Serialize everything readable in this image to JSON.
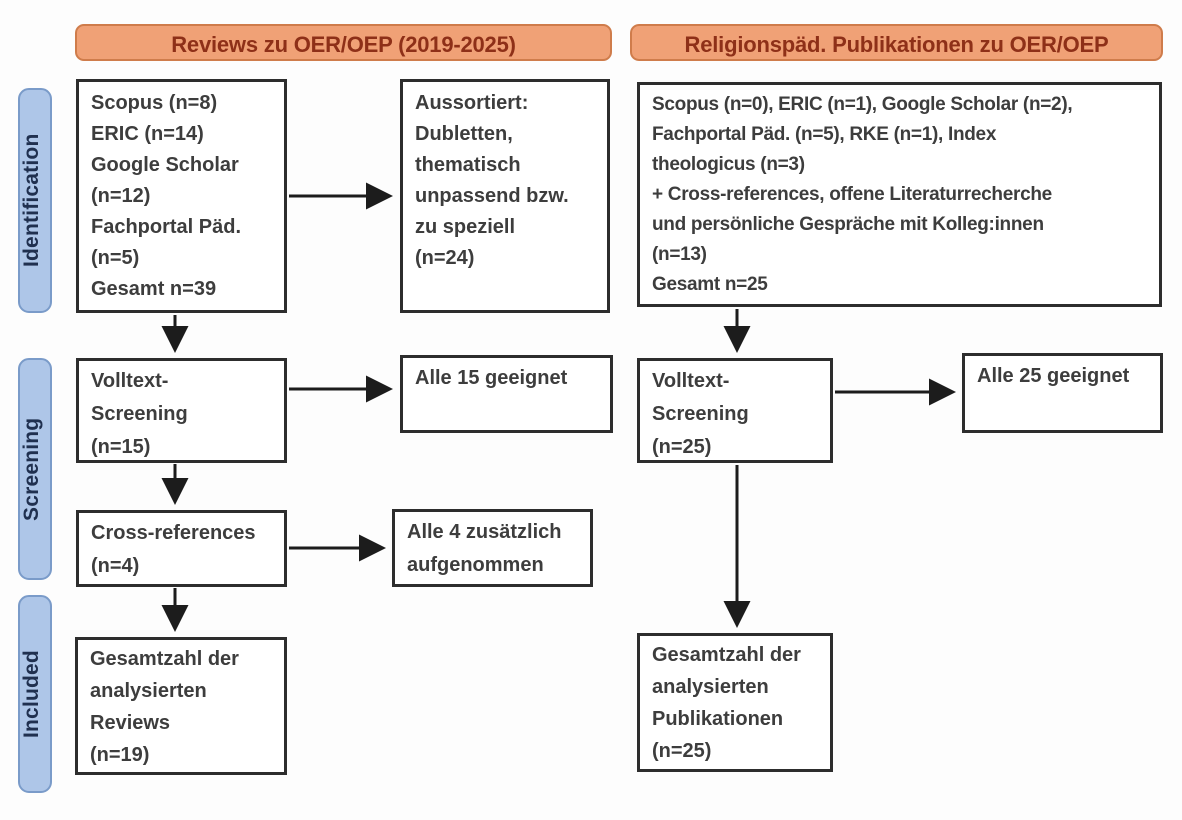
{
  "headers": {
    "left": "Reviews zu OER/OEP (2019-2025)",
    "right": "Religionspäd. Publikationen zu OER/OEP"
  },
  "stages": [
    {
      "label": "Identification"
    },
    {
      "label": "Screening"
    },
    {
      "label": "Included"
    }
  ],
  "boxes": {
    "left_sources": {
      "lines": [
        "Scopus (n=8)",
        "ERIC (n=14)",
        "Google Scholar",
        "(n=12)",
        "Fachportal Päd.",
        "(n=5)",
        "Gesamt n=39"
      ]
    },
    "left_excluded": {
      "lines": [
        "Aussortiert:",
        "Dubletten,",
        "thematisch",
        "unpassend bzw.",
        "zu speziell",
        "(n=24)"
      ]
    },
    "left_fulltext": {
      "lines": [
        "Volltext-",
        "Screening",
        "(n=15)"
      ]
    },
    "left_eligible": {
      "lines": [
        "Alle 15 geeignet"
      ]
    },
    "left_crossref": {
      "lines": [
        "Cross-references",
        "(n=4)"
      ]
    },
    "left_added": {
      "lines": [
        "Alle 4 zusätzlich",
        "aufgenommen"
      ]
    },
    "left_total": {
      "lines": [
        "Gesamtzahl der",
        "analysierten",
        "Reviews",
        "(n=19)"
      ]
    },
    "right_sources": {
      "lines": [
        "Scopus (n=0), ERIC (n=1), Google Scholar (n=2),",
        "Fachportal Päd. (n=5), RKE (n=1), Index",
        "theologicus (n=3)",
        "+ Cross-references, offene Literaturrecherche",
        "und persönliche Gespräche mit Kolleg:innen",
        "(n=13)",
        "Gesamt n=25"
      ]
    },
    "right_fulltext": {
      "lines": [
        "Volltext-",
        "Screening",
        "(n=25)"
      ]
    },
    "right_eligible": {
      "lines": [
        "Alle 25 geeignet"
      ]
    },
    "right_total": {
      "lines": [
        "Gesamtzahl der",
        "analysierten",
        "Publikationen",
        "(n=25)"
      ]
    }
  },
  "connections": [
    {
      "from": "left_sources",
      "to": "left_excluded",
      "direction": "right"
    },
    {
      "from": "left_sources",
      "to": "left_fulltext",
      "direction": "down"
    },
    {
      "from": "left_fulltext",
      "to": "left_eligible",
      "direction": "right"
    },
    {
      "from": "left_fulltext",
      "to": "left_crossref",
      "direction": "down"
    },
    {
      "from": "left_crossref",
      "to": "left_added",
      "direction": "right"
    },
    {
      "from": "left_crossref",
      "to": "left_total",
      "direction": "down"
    },
    {
      "from": "right_sources",
      "to": "right_fulltext",
      "direction": "down"
    },
    {
      "from": "right_fulltext",
      "to": "right_eligible",
      "direction": "right"
    },
    {
      "from": "right_fulltext",
      "to": "right_total",
      "direction": "down"
    }
  ],
  "colors": {
    "accent-orange": "#f0a176",
    "accent-orange-border": "#cf7c4b",
    "accent-orange-text": "#8e3018",
    "accent-blue": "#aec6e8",
    "accent-blue-border": "#7a9bc9",
    "accent-blue-text": "#20304f",
    "box-border": "#2d2d2d",
    "box-text": "#3d3d3d",
    "arrow": "#1c1c1c"
  }
}
